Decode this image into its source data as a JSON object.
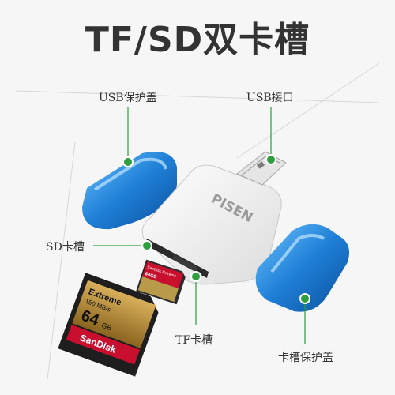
{
  "title": "TF/SD双卡槽",
  "callouts": {
    "usb_cap": "USB保护盖",
    "usb_port": "USB接口",
    "sd_slot": "SD卡槽",
    "tf_slot": "TF卡槽",
    "slot_cap": "卡槽保护盖"
  },
  "product": {
    "brand": "PISEN"
  },
  "sd_card": {
    "brand": "SanDisk",
    "model": "Extreme",
    "capacity": "64",
    "unit": "GB",
    "speed": "150 MB/s"
  },
  "tf_card": {
    "brand": "SanDisk Extreme",
    "capacity": "64GB"
  },
  "colors": {
    "callout_dot": "#2e9e3e",
    "cap_blue": "#1e7fd6",
    "reader_white": "#ffffff",
    "text": "#333333"
  }
}
